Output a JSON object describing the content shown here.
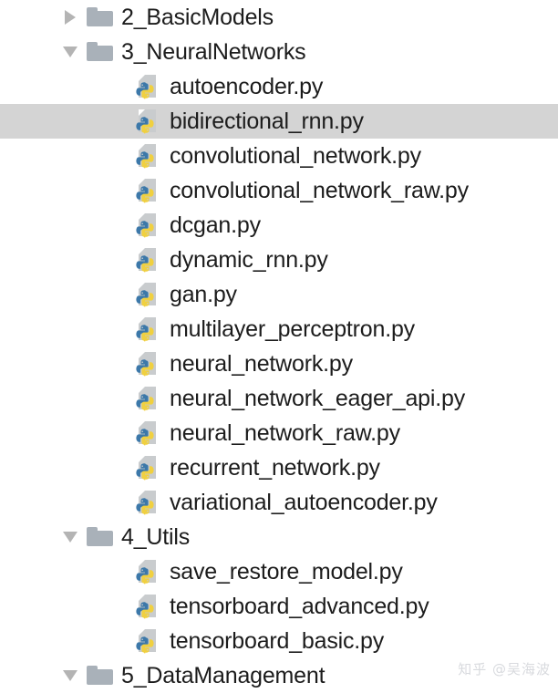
{
  "tree": {
    "rows": [
      {
        "label": "2_BasicModels",
        "kind": "folder",
        "state": "collapsed",
        "selected": false
      },
      {
        "label": "3_NeuralNetworks",
        "kind": "folder",
        "state": "expanded",
        "selected": false
      },
      {
        "label": "autoencoder.py",
        "kind": "file",
        "state": "",
        "selected": false
      },
      {
        "label": "bidirectional_rnn.py",
        "kind": "file",
        "state": "",
        "selected": true
      },
      {
        "label": "convolutional_network.py",
        "kind": "file",
        "state": "",
        "selected": false
      },
      {
        "label": "convolutional_network_raw.py",
        "kind": "file",
        "state": "",
        "selected": false
      },
      {
        "label": "dcgan.py",
        "kind": "file",
        "state": "",
        "selected": false
      },
      {
        "label": "dynamic_rnn.py",
        "kind": "file",
        "state": "",
        "selected": false
      },
      {
        "label": "gan.py",
        "kind": "file",
        "state": "",
        "selected": false
      },
      {
        "label": "multilayer_perceptron.py",
        "kind": "file",
        "state": "",
        "selected": false
      },
      {
        "label": "neural_network.py",
        "kind": "file",
        "state": "",
        "selected": false
      },
      {
        "label": "neural_network_eager_api.py",
        "kind": "file",
        "state": "",
        "selected": false
      },
      {
        "label": "neural_network_raw.py",
        "kind": "file",
        "state": "",
        "selected": false
      },
      {
        "label": "recurrent_network.py",
        "kind": "file",
        "state": "",
        "selected": false
      },
      {
        "label": "variational_autoencoder.py",
        "kind": "file",
        "state": "",
        "selected": false
      },
      {
        "label": "4_Utils",
        "kind": "folder",
        "state": "expanded",
        "selected": false
      },
      {
        "label": "save_restore_model.py",
        "kind": "file",
        "state": "",
        "selected": false
      },
      {
        "label": "tensorboard_advanced.py",
        "kind": "file",
        "state": "",
        "selected": false
      },
      {
        "label": "tensorboard_basic.py",
        "kind": "file",
        "state": "",
        "selected": false
      },
      {
        "label": "5_DataManagement",
        "kind": "folder",
        "state": "expanded",
        "selected": false
      }
    ]
  },
  "watermark": {
    "text": "知乎 @吴海波"
  },
  "colors": {
    "selection": "#d4d4d4",
    "folder": "#a9b1b9",
    "twisty": "#b4b4b4",
    "text": "#1c1c1c",
    "page": "#c9ccce",
    "python_blue": "#3c78a9",
    "python_yellow": "#f0d040",
    "background": "#ffffff"
  },
  "icons": {
    "folder": "folder-icon",
    "file": "python-file-icon",
    "collapsed": "chevron-right-icon",
    "expanded": "chevron-down-icon"
  }
}
